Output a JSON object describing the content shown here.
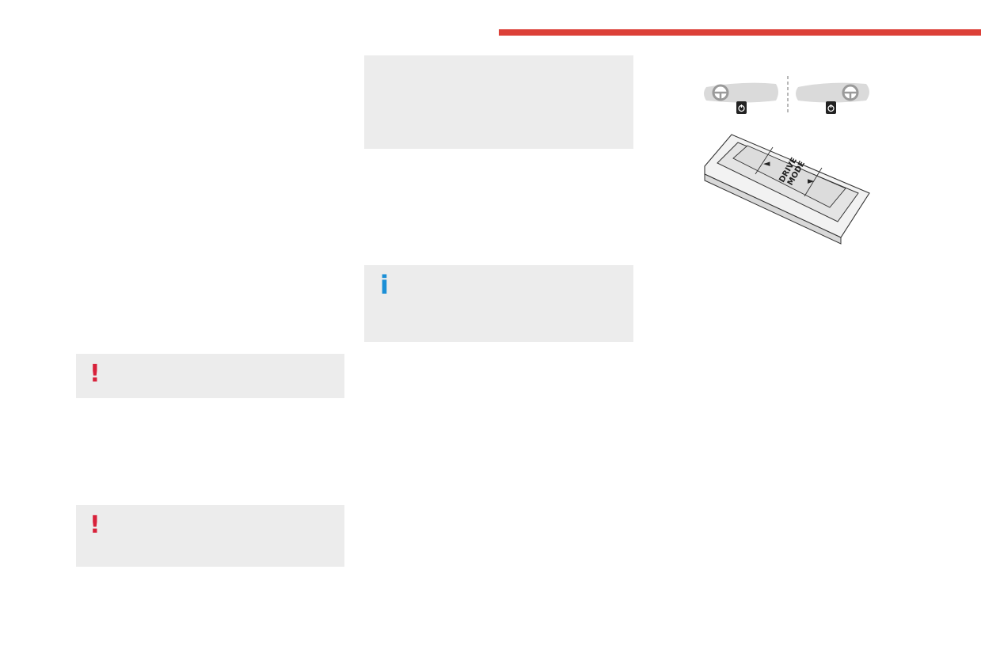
{
  "colors": {
    "accent_rule": "#dc4038",
    "warning": "#d8213a",
    "info": "#1b8fd6",
    "panel_bg": "#ececec"
  },
  "warnings": [
    {
      "icon": "exclamation-icon",
      "glyph": "!"
    },
    {
      "icon": "exclamation-icon",
      "glyph": "!"
    }
  ],
  "info_box": {
    "icon": "info-icon",
    "glyph": "i"
  },
  "illustration": {
    "selector_label_line1": "DRIVE",
    "selector_label_line2": "MODE",
    "left_arrow": "◄",
    "right_arrow": "►"
  }
}
